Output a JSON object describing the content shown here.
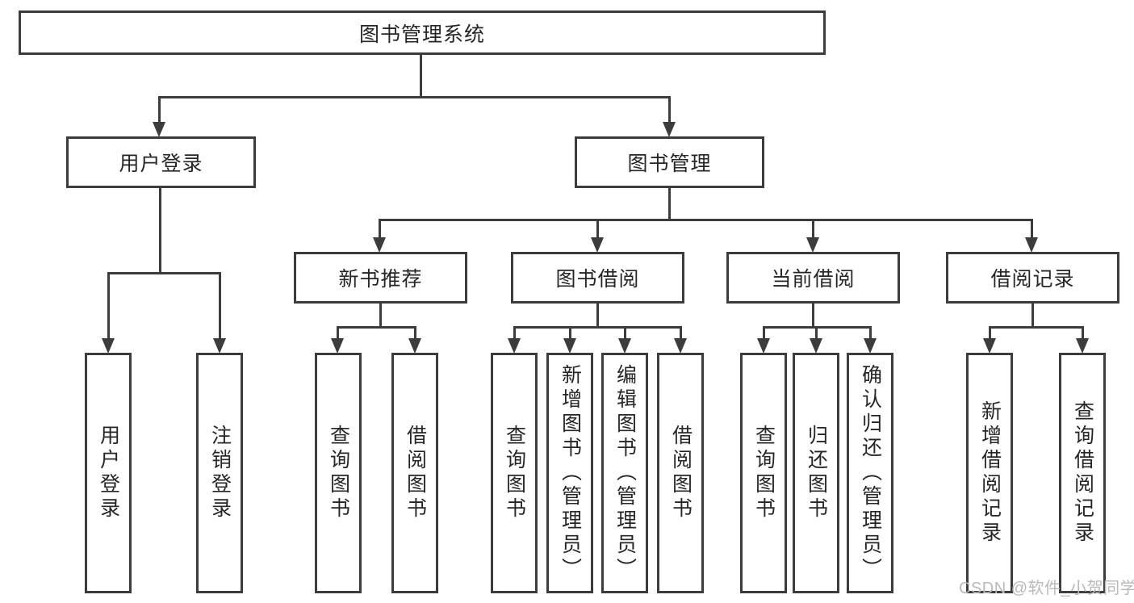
{
  "diagram": {
    "root": {
      "label": "图书管理系统"
    },
    "level2": [
      {
        "label": "用户登录"
      },
      {
        "label": "图书管理"
      }
    ],
    "level3": [
      {
        "label": "新书推荐"
      },
      {
        "label": "图书借阅"
      },
      {
        "label": "当前借阅"
      },
      {
        "label": "借阅记录"
      }
    ],
    "leaves": [
      {
        "label": "用户登录"
      },
      {
        "label": "注销登录"
      },
      {
        "label": "查询图书"
      },
      {
        "label": "借阅图书"
      },
      {
        "label": "查询图书"
      },
      {
        "label": "新增图书（管理员）"
      },
      {
        "label": "编辑图书（管理员）"
      },
      {
        "label": "借阅图书"
      },
      {
        "label": "查询图书"
      },
      {
        "label": "归还图书"
      },
      {
        "label": "确认归还（管理员）"
      },
      {
        "label": "新增借阅记录"
      },
      {
        "label": "查询借阅记录"
      }
    ]
  },
  "watermark": {
    "text": "CSDN @软件_小贺同学"
  },
  "colors": {
    "line": "#3c3c3c",
    "text": "#262626",
    "watermark": "#b9b9b9",
    "background": "#ffffff"
  }
}
